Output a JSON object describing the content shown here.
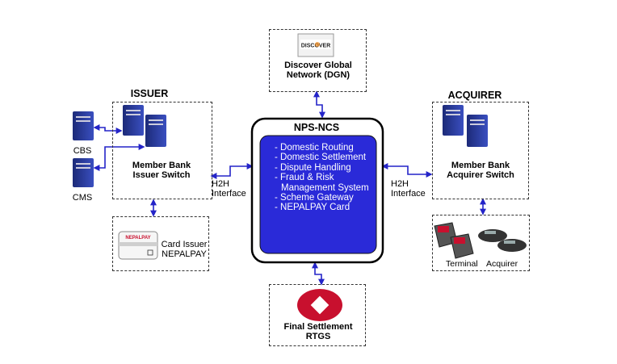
{
  "issuer": {
    "heading": "ISSUER",
    "switch_label": "Member Bank\nIssuer Switch",
    "cbs_label": "CBS",
    "cms_label": "CMS",
    "card_issuer_label": "Card Issuer\nNEPALPAY",
    "card_logo_text": "NEPALPAY"
  },
  "acquirer": {
    "heading": "ACQUIRER",
    "switch_label": "Member Bank\nAcquirer Switch",
    "terminal_label": "Terminal",
    "acquirer_label": "Acquirer"
  },
  "discover": {
    "label": "Discover Global\nNetwork (DGN)",
    "logo_text": "DISCOVER"
  },
  "settlement": {
    "label": "Final Settlement\nRTGS"
  },
  "core": {
    "title": "NPS-NCS",
    "items": [
      "- Domestic Routing",
      "- Domestic Settlement",
      "- Dispute Handling",
      "- Fraud & Risk Management System",
      "- Scheme Gateway",
      "- NEPALPAY Card"
    ]
  },
  "interfaces": {
    "left": "H2H\nInterface",
    "right": "H2H\nInterface"
  },
  "colors": {
    "core_fill": "#2a2ad8",
    "arrow": "#2424c8",
    "outline": "#000000",
    "discover_orange": "#f08a1c",
    "rtgs_red": "#c8102e"
  }
}
